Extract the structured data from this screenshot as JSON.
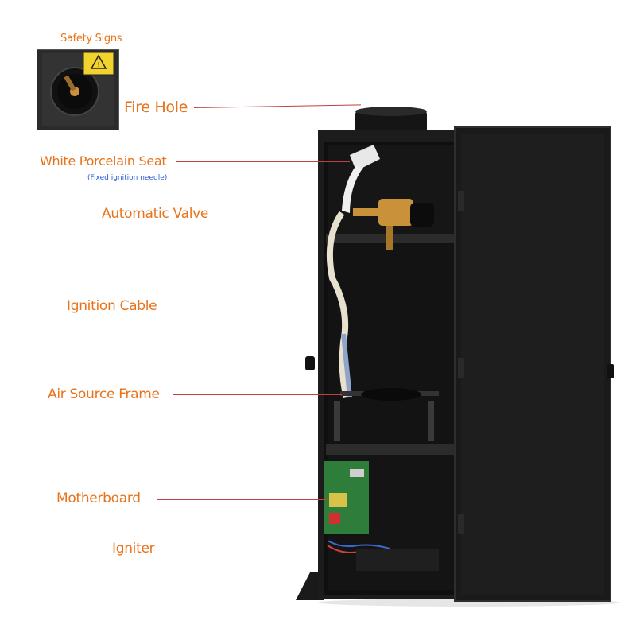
{
  "labels": {
    "safety_signs": "Safety Signs",
    "fire_hole": "Fire Hole",
    "porcelain_seat": "White Porcelain Seat",
    "porcelain_note": "(Fixed ignition needle)",
    "automatic_valve": "Automatic Valve",
    "ignition_cable": "Ignition Cable",
    "air_source_frame": "Air Source Frame",
    "motherboard": "Motherboard",
    "igniter": "Igniter"
  },
  "colors": {
    "label_text": "#e8731a",
    "leader_line": "#c04040",
    "note_text": "#2a5bd6",
    "cabinet": "#1b1b1b",
    "warning_sign": "#f2d22c"
  }
}
